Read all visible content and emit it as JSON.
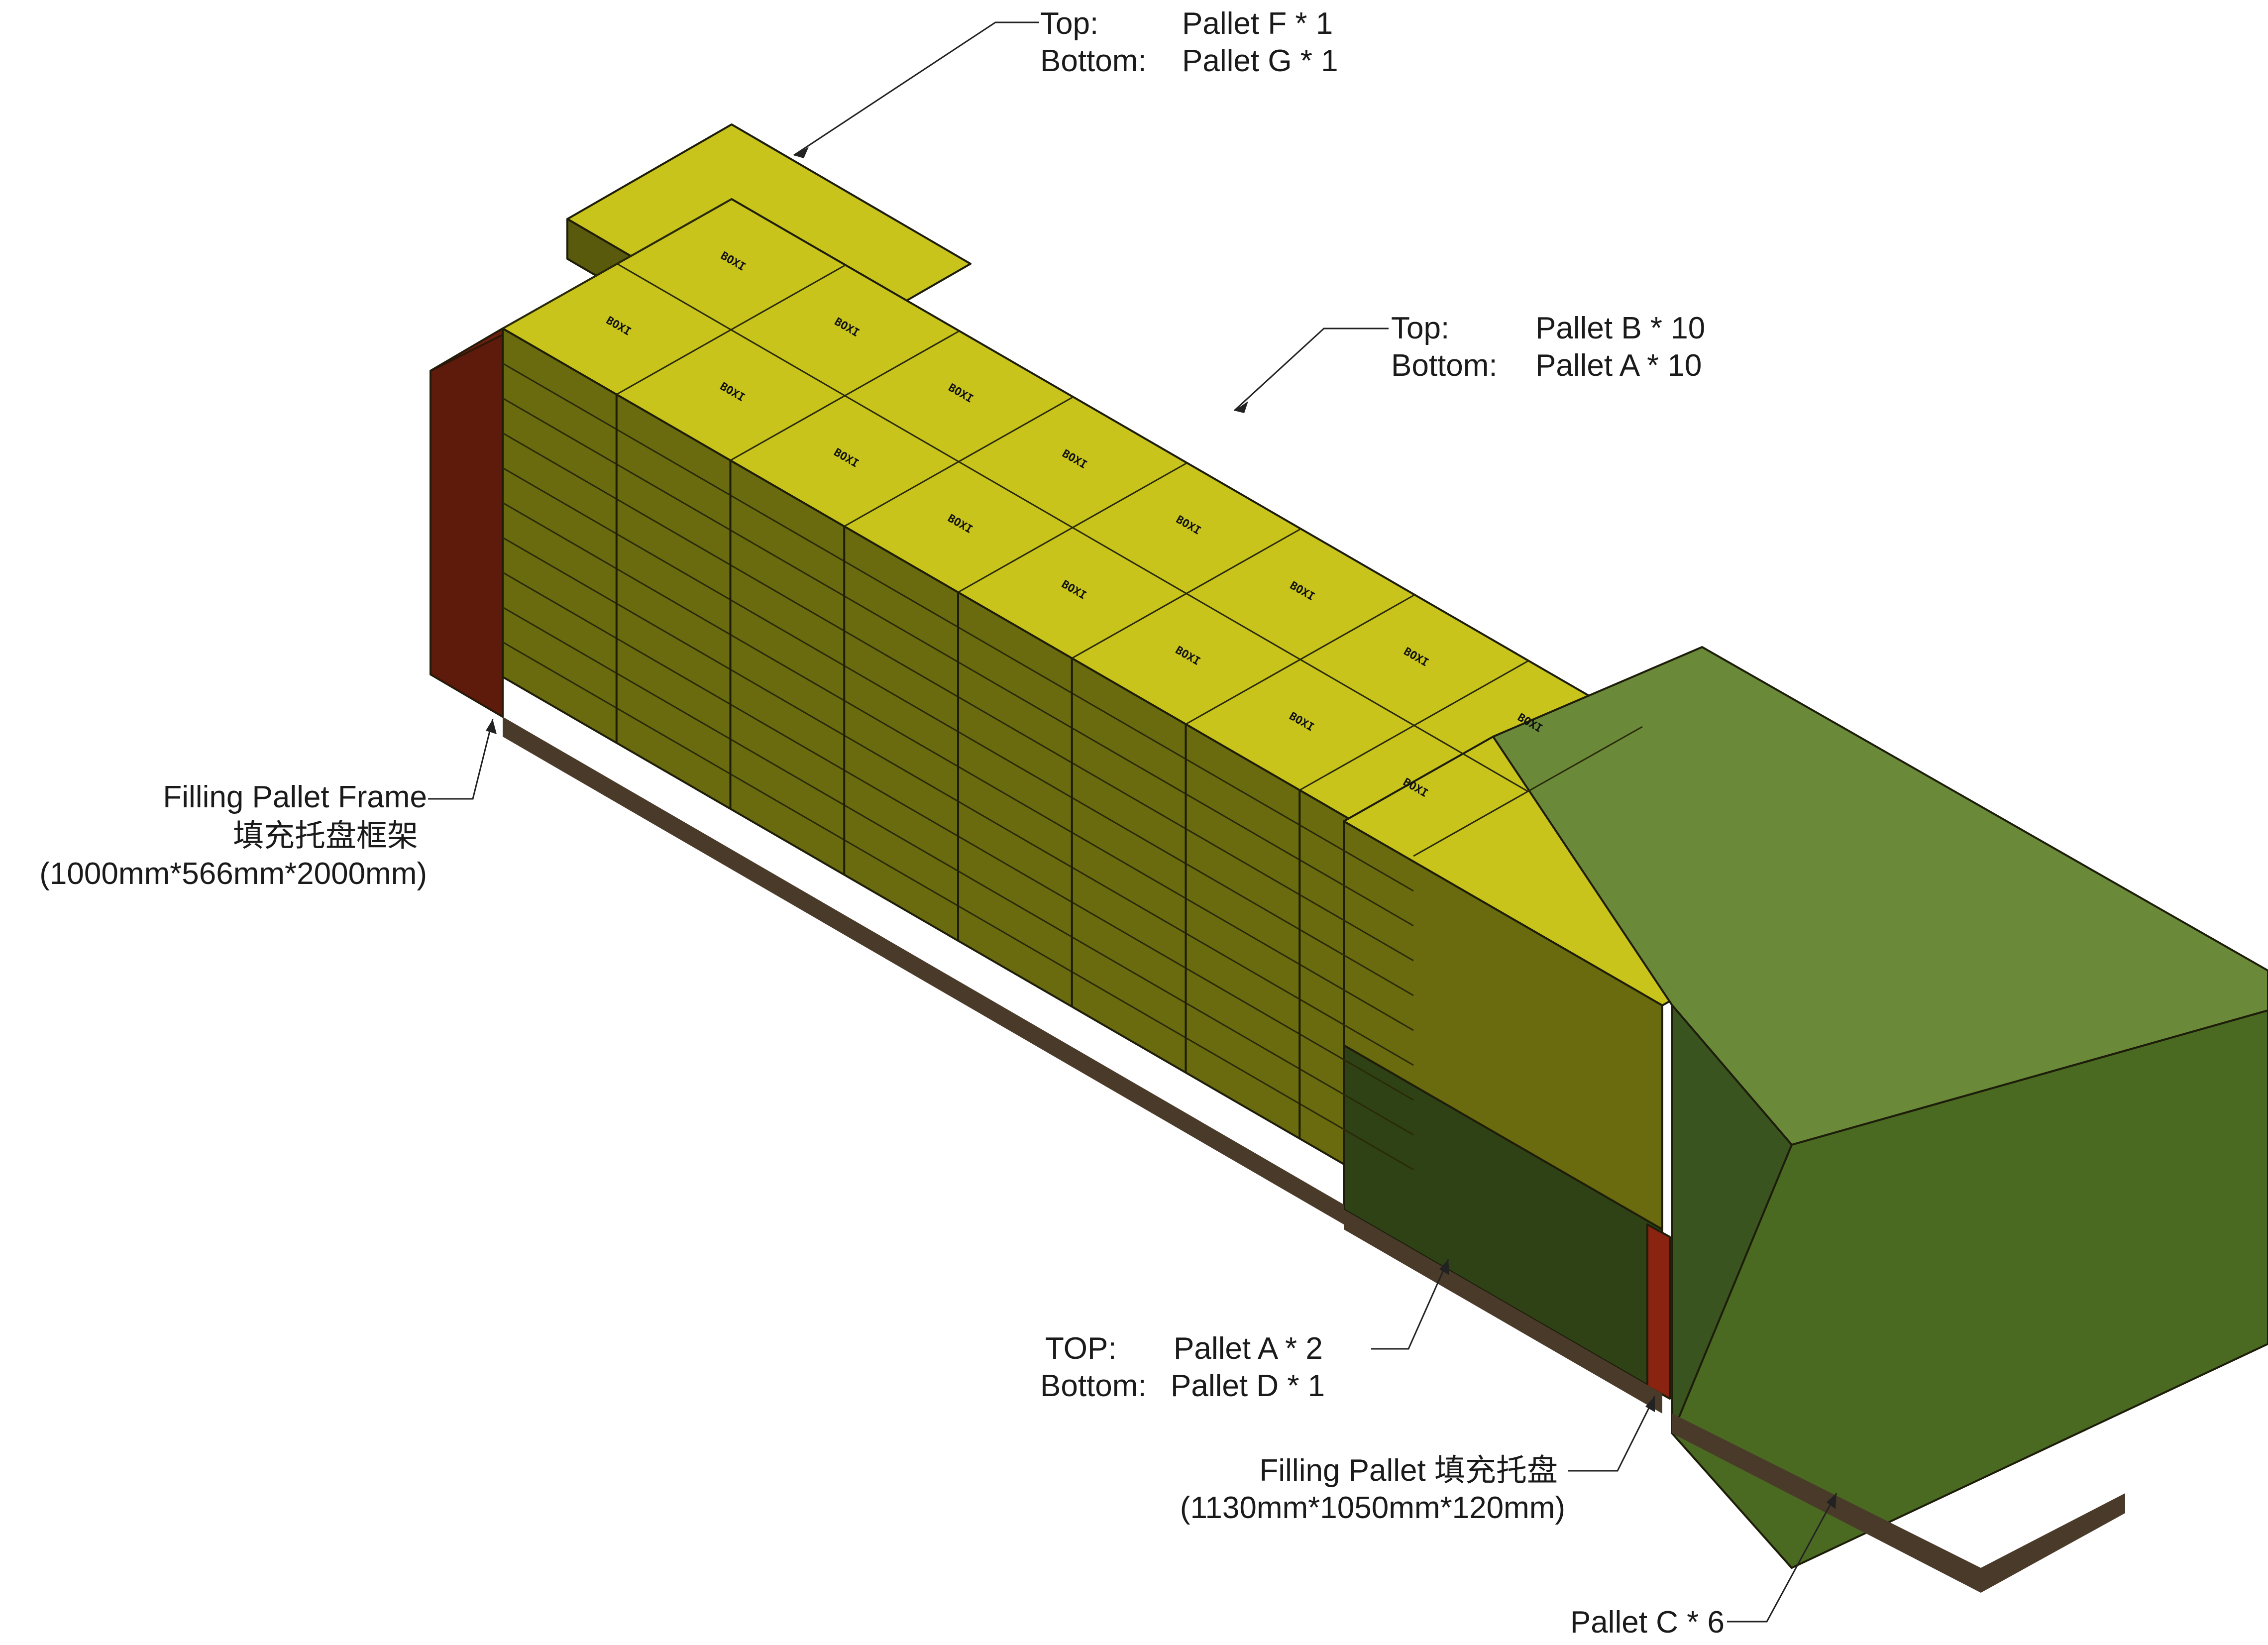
{
  "labels": {
    "f_top": "Top:",
    "f_top_value": "Pallet F * 1",
    "f_bottom": "Bottom:",
    "f_bottom_value": "Pallet G * 1",
    "b_top": "Top:",
    "b_top_value": "Pallet B * 10",
    "b_bottom": "Bottom:",
    "b_bottom_value": "Pallet A * 10",
    "frame_line1": "Filling Pallet Frame",
    "frame_line2": "填充托盘框架",
    "frame_line3": "(1000mm*566mm*2000mm)",
    "a_top": "TOP:",
    "a_top_value": "Pallet A * 2",
    "a_bottom": "Bottom:",
    "a_bottom_value": "Pallet D * 1",
    "filling_line1": "Filling Pallet 填充托盘",
    "filling_line2": "(1130mm*1050mm*120mm)",
    "c_label": "Pallet C * 6"
  },
  "box_mark": "BOXI",
  "colors": {
    "yellow_top": "#c8c41c",
    "yellow_side": "#8a8a10",
    "yellow_front": "#5a5a0c",
    "green_top": "#6a8a3a",
    "green_side": "#4a6a22",
    "green_front": "#2e4216",
    "frame_red": "#8a2410",
    "frame_dark": "#3a1208",
    "pallet_wood": "#4a3a2a"
  }
}
